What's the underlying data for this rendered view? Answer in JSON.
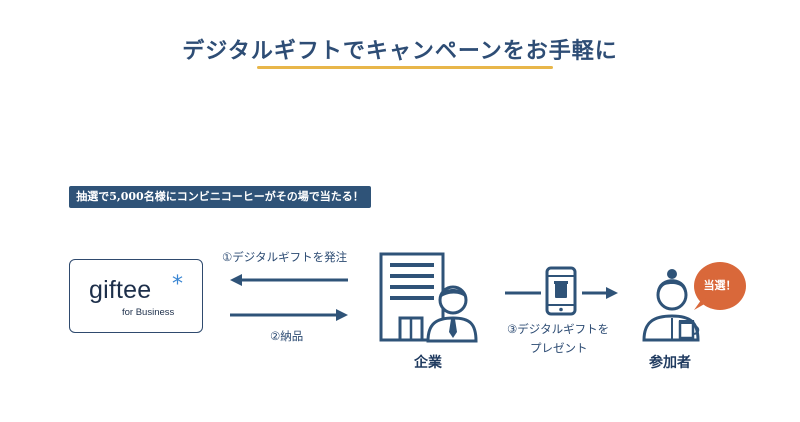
{
  "header": {
    "title": "デジタルギフトでキャンペーンをお手軽に"
  },
  "badge": {
    "text": "抽選で5,000名様にコンビニコーヒーがその場で当たる！"
  },
  "logo": {
    "word": "giftee",
    "star": "*",
    "sub": "for Business"
  },
  "flow": {
    "step1": "①デジタルギフトを発注",
    "step2": "②納品",
    "step3_line1": "③デジタルギフトを",
    "step3_line2": "プレゼント"
  },
  "nodes": {
    "company": "企業",
    "participant": "参加者"
  },
  "bubble": {
    "text": "当選！"
  },
  "colors": {
    "navy": "#2f5378",
    "accent": "#e8b64a",
    "bubble": "#d9683a",
    "brand_star": "#3a86d3"
  }
}
